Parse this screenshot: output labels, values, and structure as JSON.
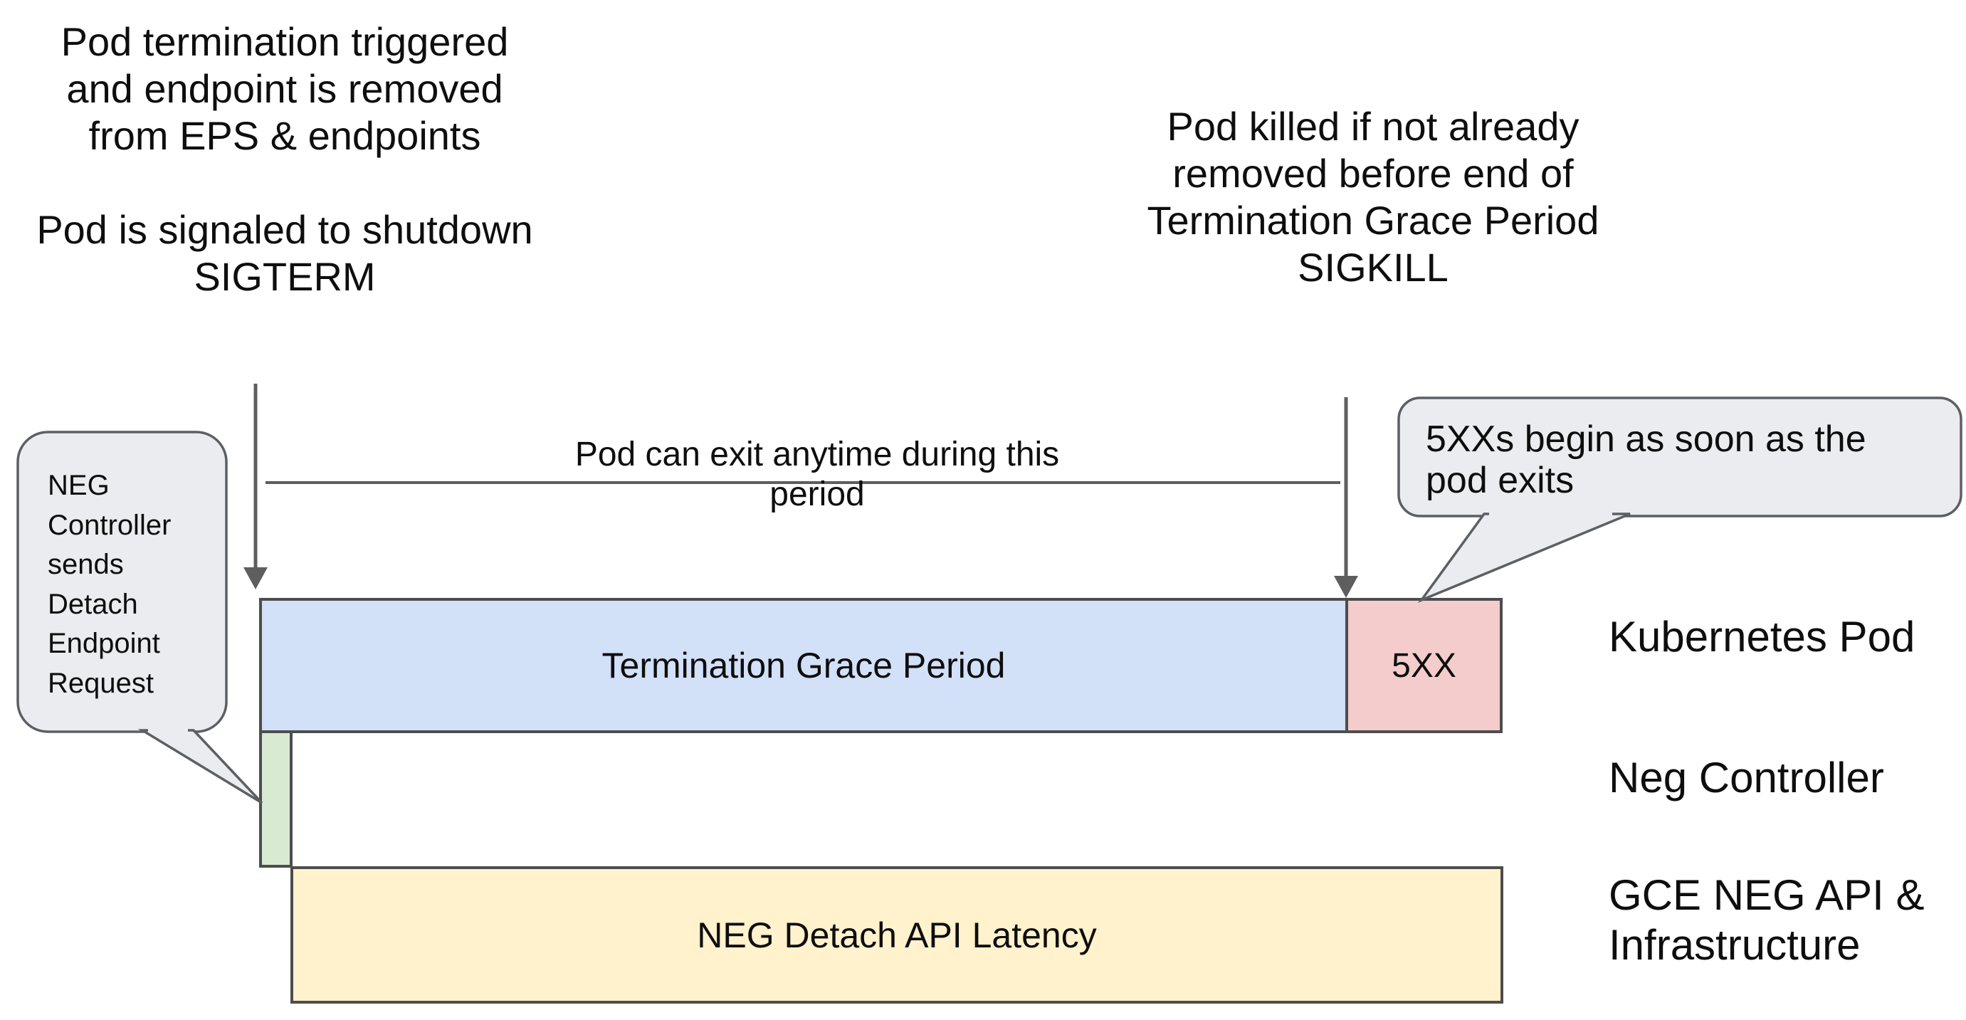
{
  "colors": {
    "bar_blue": "#d2e0f8",
    "bar_pink": "#f4cccc",
    "bar_green": "#d9ead3",
    "bar_yellow": "#fff2cc",
    "edge": "#4d4d4d",
    "arrow": "#5e5e5e",
    "bubble_fill": "#eaecef",
    "bubble_edge": "#5c5f63",
    "text": "#0e0e0e"
  },
  "annotations": {
    "top_left_para1": "Pod termination triggered\nand endpoint is removed\nfrom EPS & endpoints",
    "top_left_para2": "Pod is signaled to shutdown\nSIGTERM",
    "top_right": "Pod killed if not already\nremoved before end of\nTermination Grace Period\nSIGKILL",
    "measure_label": "Pod can exit anytime during this period"
  },
  "callouts": {
    "left": "NEG\nController\nsends\nDetach\nEndpoint\nRequest",
    "right": "5XXs begin as soon as the\npod exits"
  },
  "bars": {
    "grace_label": "Termination Grace Period",
    "error_label": "5XX",
    "neg_detach_label": "NEG Detach API Latency"
  },
  "lanes": {
    "pod": "Kubernetes Pod",
    "neg": "Neg Controller",
    "gce": "GCE NEG API &\nInfrastructure"
  }
}
